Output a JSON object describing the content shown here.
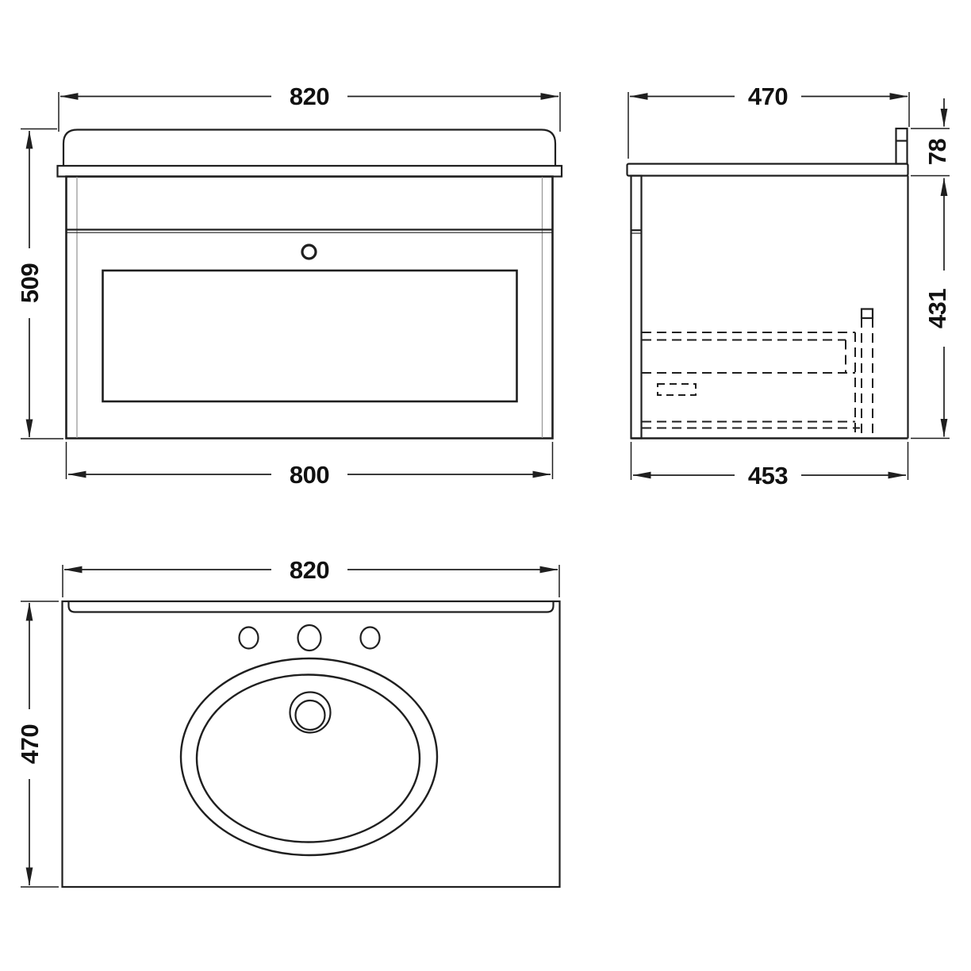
{
  "colors": {
    "line": "#1f1f1f",
    "dimension_text": "#111111",
    "panel_inner_line": "#9a9a9a",
    "background": "#ffffff"
  },
  "views": {
    "front": {
      "dimensions": {
        "worktop_width": "820",
        "overall_height": "509",
        "cabinet_width": "800"
      }
    },
    "side": {
      "dimensions": {
        "worktop_depth": "470",
        "upstand_height": "78",
        "cabinet_height": "431",
        "cabinet_depth": "453"
      }
    },
    "plan": {
      "dimensions": {
        "worktop_width": "820",
        "worktop_depth": "470"
      }
    }
  }
}
